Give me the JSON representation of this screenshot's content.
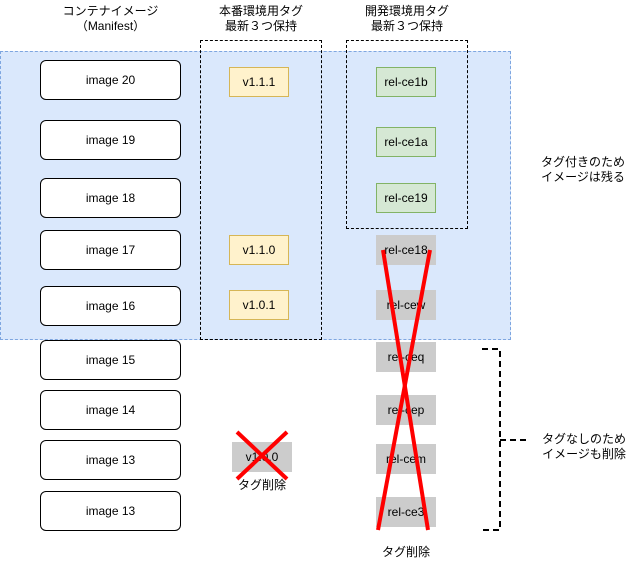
{
  "headers": {
    "container_images": "コンテナイメージ\n（Manifest）",
    "prod_tags": "本番環境用タグ\n最新３つ保持",
    "dev_tags": "開発環境用タグ\n最新３つ保持"
  },
  "images": [
    "image 20",
    "image 19",
    "image 18",
    "image 17",
    "image 16",
    "image 15",
    "image 14",
    "image 13",
    "image 13"
  ],
  "prod_tags": {
    "v111": "v1.1.1",
    "v110": "v1.1.0",
    "v101": "v1.0.1",
    "deleted": "v1.0.0"
  },
  "dev_tags": {
    "kept": [
      "rel-ce1b",
      "rel-ce1a",
      "rel-ce19"
    ],
    "deleted": [
      "rel-ce18",
      "rel-cew",
      "rel-ceq",
      "rel-cep",
      "rel-cem",
      "rel-ce3"
    ]
  },
  "labels": {
    "tagged_remain": "タグ付きのため\nイメージは残る",
    "untagged_deleted": "タグなしのため\nイメージも削除",
    "tag_delete_prod": "タグ削除",
    "tag_delete_dev": "タグ削除"
  },
  "colors": {
    "tagged_area": "#dae8fc",
    "prod_tag": "#fff2cc",
    "dev_tag": "#d5e8d4",
    "deleted_tag": "#cccccc",
    "cross": "#ff0000"
  }
}
